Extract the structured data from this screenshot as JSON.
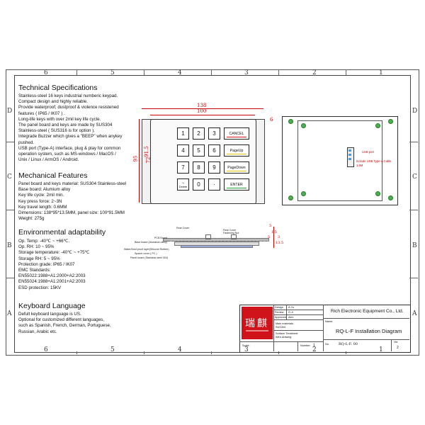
{
  "grid": {
    "columns_top": [
      "6",
      "5",
      "4",
      "3",
      "2",
      "1"
    ],
    "columns_bottom": [
      "6",
      "5",
      "4",
      "3",
      "2",
      "1"
    ],
    "rows_left": [
      "D",
      "C",
      "B",
      "A"
    ],
    "rows_right": [
      "D",
      "C",
      "B",
      "A"
    ]
  },
  "technical": {
    "title": "Technical Specifications",
    "lines": [
      "Stainless-steel 16 keys industrial numberic keypad.",
      "Compact design and highly reliable.",
      "Provide waterproof, dustproof & violence resistened",
      "features ( IP65 / IK07 ) .",
      "Long-life keys with over 2mil key life cycle.",
      "The panel board and keys are made by SUS304",
      "Stainless-steel ( SUS316 is for option ).",
      "Integrade Buzzer which gives a \"BEEP\" when anykey",
      "pushed.",
      "USB port (Type-A) interface, plug & play for common",
      "operation system, such as MS-windows / MacOS /",
      "Unix / Linux / ArmOS / Android."
    ]
  },
  "mechanical": {
    "title": "Mechanical Features",
    "lines": [
      "Panel board and keys material: SUS304 Stainless-steel",
      "Base board: Alumium alloy",
      "Key life cycle: 2mil min.",
      "Key press force: 2~3N",
      "Key travel length: 0.6MM",
      "Dimensions: 138*95*13.5MM, panel size: 100*91.5MM",
      "Weight: 275g"
    ]
  },
  "environment": {
    "title": "Environmental adaptability",
    "lines": [
      "Op. Temp: -40℃ ~ +66℃.",
      "Op. RH: 10 ~ 95%",
      "Storage temperature: -40℃ ~ +75℃",
      "Storage RH: 5 ~ 95%",
      "Protection grade: IP65 / IK07",
      "EMC Standards:",
      "EN55022:1988+A1:2000+A2:2003",
      "EN55024:1988+A1:2001+A2:2003",
      "ESD protection: 15KV"
    ]
  },
  "language": {
    "title": "Keyboard Language",
    "lines": [
      "Defult keyboard language is US.",
      "Optional for customized different languages,",
      "such as Spanish, French, German, Portuguese,",
      "Russian, Arabic etc."
    ]
  },
  "keypad": {
    "keys": [
      "1",
      "2",
      "3",
      "4",
      "5",
      "6",
      "7",
      "8",
      "9",
      "*/\nDelete",
      "0",
      "·"
    ],
    "function_keys": [
      {
        "label": "CANCEL",
        "color": "#d0121b"
      },
      {
        "label": "PageUp",
        "color": "#e8c400"
      },
      {
        "label": "PageDown",
        "color": "#e8c400"
      },
      {
        "label": "ENTER",
        "color": "#1e9e3a"
      }
    ],
    "star_label": "*/",
    "delete_label": "Delete",
    "dim_total_width": "138",
    "dim_panel_width": "100",
    "dim_height_95": "95",
    "dim_height_915": "91.5",
    "dim_height_72": "72",
    "dim_side_6": "6"
  },
  "back_view": {
    "usb_label": "USB port",
    "cable_label": "Include USB Type-A Cable",
    "cable_length": "1.5M"
  },
  "side_view": {
    "labels_left": [
      "PCB Board",
      "Base board (Aluminum alloy)",
      "Water/Dust proof layer(Silicone Rubber)",
      "Spacer cover ( PC )",
      "Panel board (Stainless steel 304)"
    ],
    "labels_top": [
      "Rear Cover",
      "Rear Cover",
      "Fastening Nut"
    ],
    "dims": [
      "5",
      "5",
      "1.5",
      "3",
      "13.5"
    ]
  },
  "title_block": {
    "company": "Rich Electronic Equipment Co., Ltd.",
    "name_label": "Name:",
    "drawing_name": "RQ-L-F Installation Diagram",
    "no_label": "No.",
    "drawing_no": "RQ-L-F. 00",
    "ver_label": "Ver",
    "ver_value": "2",
    "design_label": "Design",
    "design_value": "A.Yu",
    "review_label": "Review",
    "review_value": "G.Ji",
    "approved_label": "Approved",
    "approved_value": "Alex",
    "material_label": "Main materials:",
    "material_value": "SUS304",
    "surface_label": "Surface Treatment:",
    "surface_value": "Wire-drawing",
    "scale_label": "Scale:",
    "number_label": "Number:",
    "number_value": "1"
  },
  "colors": {
    "red": "#d0121b",
    "yellow": "#e8c400",
    "green": "#1e9e3a",
    "dimension": "#cc0000"
  }
}
